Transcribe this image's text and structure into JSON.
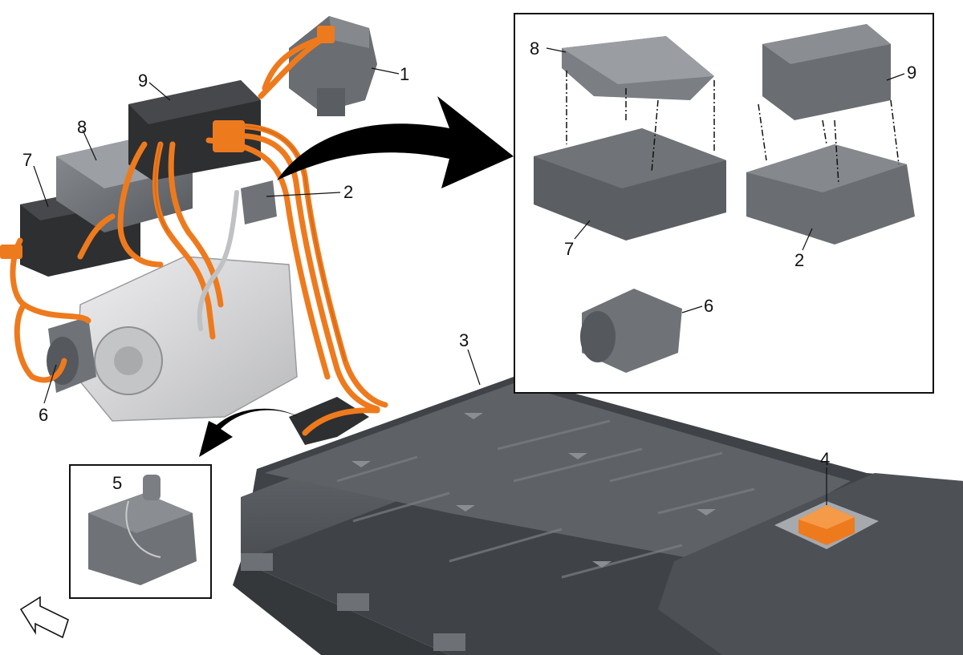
{
  "callouts": {
    "c1": "1",
    "c2_main": "2",
    "c3": "3",
    "c4": "4",
    "c5": "5",
    "c6_main": "6",
    "c7_main": "7",
    "c8_main": "8",
    "c9_main": "9",
    "c8_inset": "8",
    "c9_inset": "9",
    "c7_inset": "7",
    "c2_inset": "2",
    "c6_inset": "6"
  },
  "colors": {
    "orange_cable": "#ee7a1e",
    "orange_dark": "#c9600f",
    "battery_gray": "#55585c",
    "battery_top": "#606367",
    "module_black": "#2e2f31",
    "module_gray": "#7d8084",
    "motor_silver": "#d9dadb",
    "line": "#111111"
  },
  "icons": {
    "direction_arrow": "forward-direction-arrow-icon"
  }
}
